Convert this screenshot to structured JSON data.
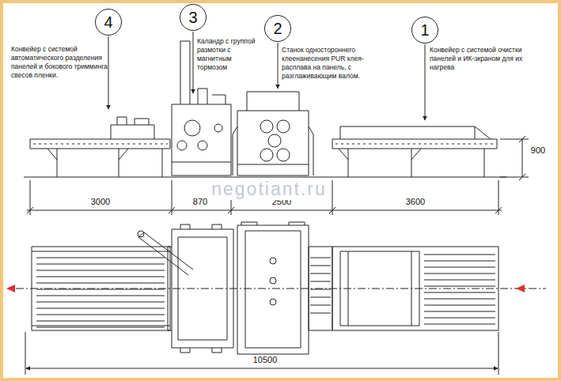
{
  "diagram": {
    "nodes": [
      {
        "text": [
          "4"
        ]
      },
      {
        "text": [
          "3"
        ]
      },
      {
        "text": [
          "2"
        ]
      },
      {
        "text": [
          "1"
        ]
      }
    ],
    "labels": [
      "Конвейер с системой автоматического разделения панелей и бокового тримминга свесов пленки.",
      "Каландр с группой размотки с магнитным тормозом",
      "Станок одностороннего клеенанесения PUR клея-расплава на панель, с разглаживающим валом.",
      "Конвейер с системой очистки панелей и ИК-экраном для их нагрева",
      "3000",
      "870",
      "2500",
      "3600",
      "900",
      "10500",
      "negotiant.ru"
    ]
  }
}
